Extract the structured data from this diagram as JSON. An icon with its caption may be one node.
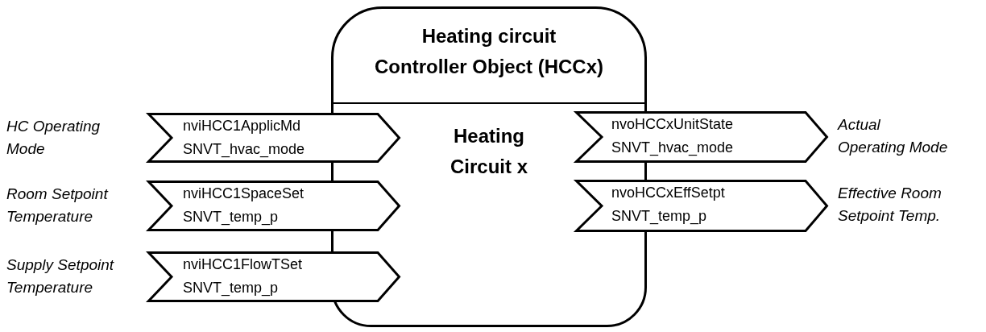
{
  "diagram": {
    "nodes": [
      {
        "text": [
          "Heating circuit Controller Object (HCCx)",
          "Heating Circuit x"
        ]
      },
      {
        "text": [
          "nviHCC1ApplicMd",
          "SNVT_hvac_mode"
        ],
        "beside": [
          "HC Operating Mode"
        ]
      },
      {
        "text": [
          "nviHCC1SpaceSet",
          "SNVT_temp_p"
        ],
        "beside": [
          "Room Setpoint Temperature"
        ]
      },
      {
        "text": [
          "nviHCC1FlowTSet",
          "SNVT_temp_p"
        ],
        "beside": [
          "Supply Setpoint Temperature"
        ]
      },
      {
        "text": [
          "nvoHCCxUnitState",
          "SNVT_hvac_mode"
        ],
        "beside": [
          "Actual Operating Mode"
        ]
      },
      {
        "text": [
          "nvoHCCxEffSetpt",
          "SNVT_temp_p"
        ],
        "beside": [
          "Effective Room Setpoint Temp."
        ]
      }
    ]
  }
}
